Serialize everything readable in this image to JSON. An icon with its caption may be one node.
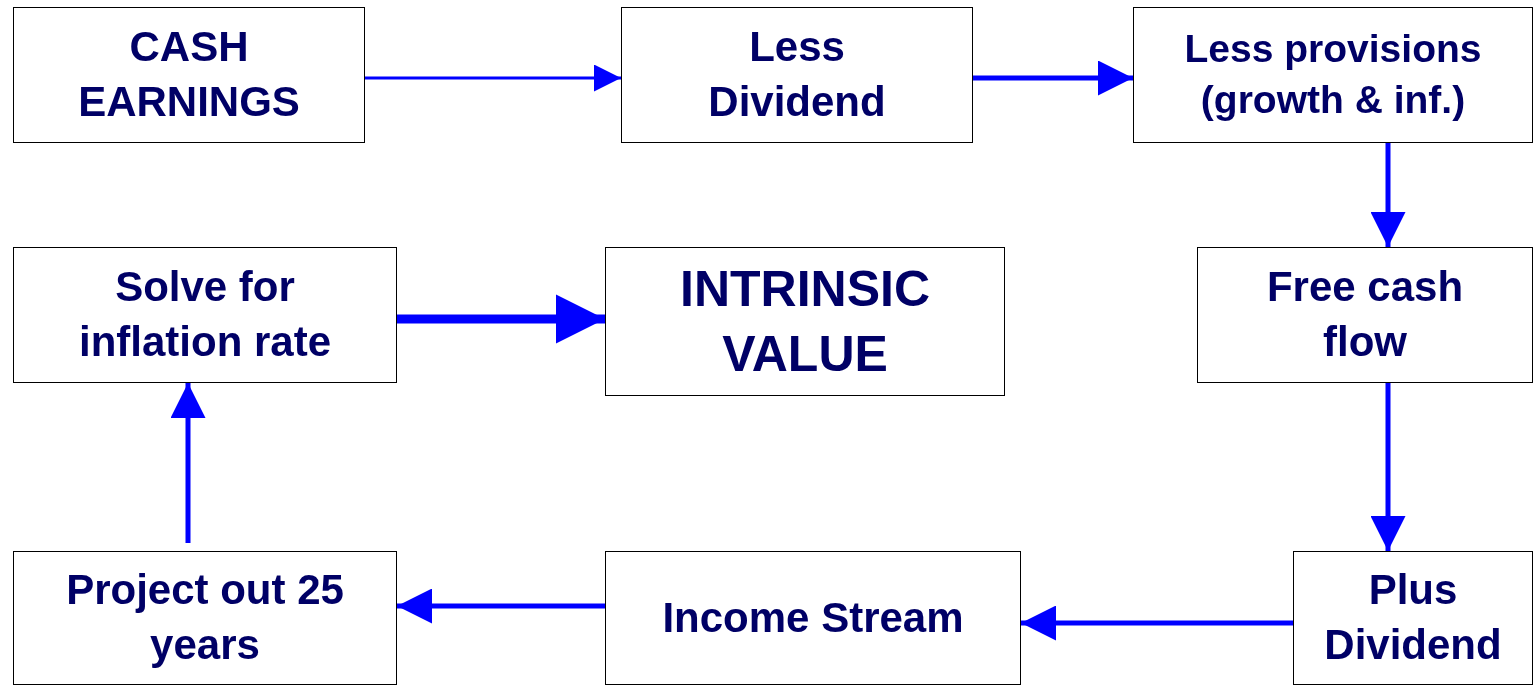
{
  "diagram": {
    "nodes": [
      {
        "text": [
          "CASH EARNINGS"
        ]
      },
      {
        "text": [
          "Less Dividend"
        ]
      },
      {
        "text": [
          "Less provisions (growth & inf.)"
        ]
      },
      {
        "text": [
          "Solve for inflation rate"
        ]
      },
      {
        "text": [
          "INTRINSIC VALUE"
        ]
      },
      {
        "text": [
          "Free cash flow"
        ]
      },
      {
        "text": [
          "Project out 25 years"
        ]
      },
      {
        "text": [
          "Income Stream"
        ]
      },
      {
        "text": [
          "Plus Dividend"
        ]
      }
    ],
    "edges": [
      {
        "from": 0,
        "to": 1,
        "arrow": "to"
      },
      {
        "from": 1,
        "to": 2,
        "arrow": "to"
      },
      {
        "from": 2,
        "to": 5,
        "arrow": "to"
      },
      {
        "from": 5,
        "to": 8,
        "arrow": "to"
      },
      {
        "from": 8,
        "to": 7,
        "arrow": "to"
      },
      {
        "from": 7,
        "to": 6,
        "arrow": "to"
      },
      {
        "from": 6,
        "to": 3,
        "arrow": "to"
      },
      {
        "from": 3,
        "to": 4,
        "arrow": "to",
        "style": "thick"
      }
    ]
  }
}
